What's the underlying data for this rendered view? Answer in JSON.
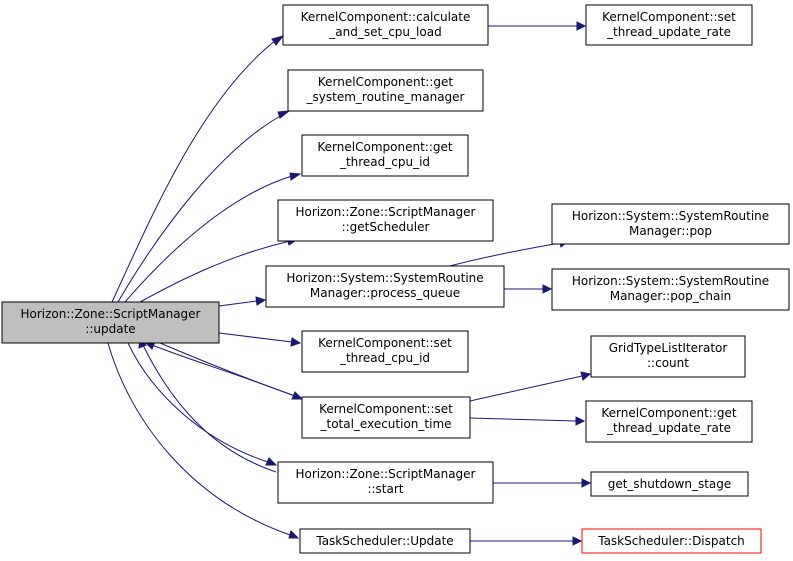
{
  "nodes": {
    "root": {
      "lines": [
        "Horizon::Zone::ScriptManager",
        "::update"
      ]
    },
    "calc_cpu_load": {
      "lines": [
        "KernelComponent::calculate",
        "_and_set_cpu_load"
      ]
    },
    "set_thread_update_rate": {
      "lines": [
        "KernelComponent::set",
        "_thread_update_rate"
      ]
    },
    "get_system_routine_manager": {
      "lines": [
        "KernelComponent::get",
        "_system_routine_manager"
      ]
    },
    "get_thread_cpu_id": {
      "lines": [
        "KernelComponent::get",
        "_thread_cpu_id"
      ]
    },
    "get_scheduler": {
      "lines": [
        "Horizon::Zone::ScriptManager",
        "::getScheduler"
      ]
    },
    "process_queue": {
      "lines": [
        "Horizon::System::SystemRoutine",
        "Manager::process_queue"
      ]
    },
    "pop": {
      "lines": [
        "Horizon::System::SystemRoutine",
        "Manager::pop"
      ]
    },
    "pop_chain": {
      "lines": [
        "Horizon::System::SystemRoutine",
        "Manager::pop_chain"
      ]
    },
    "set_thread_cpu_id": {
      "lines": [
        "KernelComponent::set",
        "_thread_cpu_id"
      ]
    },
    "count": {
      "lines": [
        "GridTypeListIterator",
        "::count"
      ]
    },
    "set_total_execution_time": {
      "lines": [
        "KernelComponent::set",
        "_total_execution_time"
      ]
    },
    "get_thread_update_rate": {
      "lines": [
        "KernelComponent::get",
        "_thread_update_rate"
      ]
    },
    "start": {
      "lines": [
        "Horizon::Zone::ScriptManager",
        "::start"
      ]
    },
    "get_shutdown_stage": {
      "lines": [
        "get_shutdown_stage"
      ]
    },
    "task_update": {
      "lines": [
        "TaskScheduler::Update"
      ]
    },
    "dispatch": {
      "lines": [
        "TaskScheduler::Dispatch"
      ]
    }
  },
  "colors": {
    "edge": "#191970",
    "root_fill": "#bfbfbf",
    "truncated_border": "#ff0000"
  }
}
